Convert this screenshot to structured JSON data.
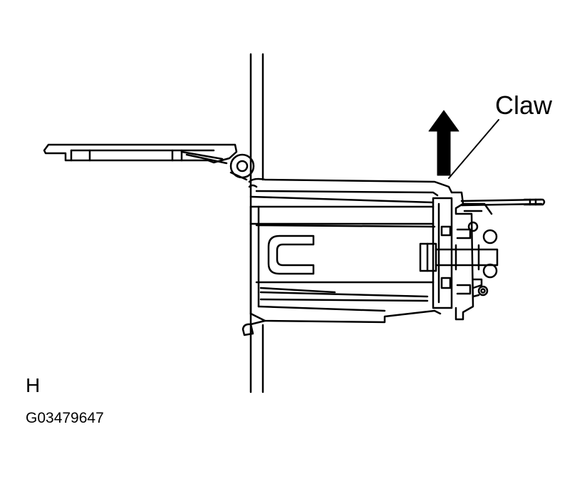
{
  "callout": {
    "label": "Claw"
  },
  "view": {
    "letter": "H"
  },
  "figure": {
    "code": "G03479647"
  },
  "colors": {
    "line": "#000000",
    "background": "#ffffff"
  }
}
